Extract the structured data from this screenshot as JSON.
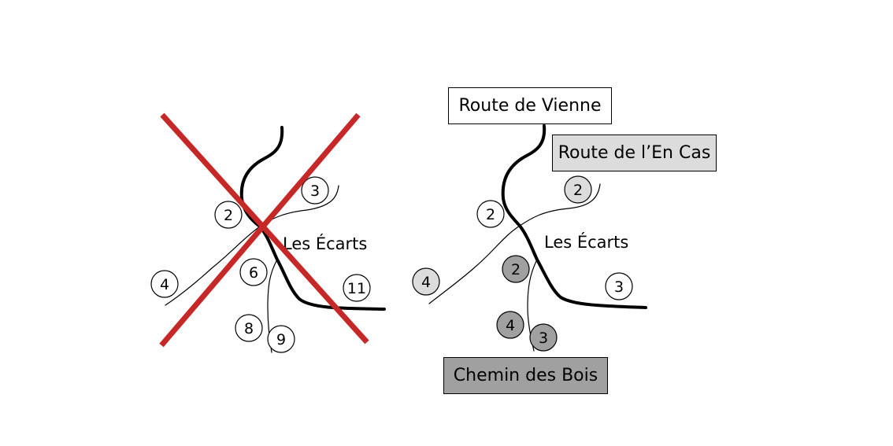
{
  "left_map": {
    "place_label": "Les Écarts",
    "markers": [
      {
        "id": "m-2",
        "label": "2"
      },
      {
        "id": "m-3",
        "label": "3"
      },
      {
        "id": "m-4",
        "label": "4"
      },
      {
        "id": "m-6",
        "label": "6"
      },
      {
        "id": "m-8",
        "label": "8"
      },
      {
        "id": "m-9",
        "label": "9"
      },
      {
        "id": "m-11",
        "label": "11"
      }
    ],
    "crossed_out": true,
    "cross_color": "#c62828"
  },
  "right_map": {
    "place_label": "Les Écarts",
    "markers": [
      {
        "id": "r-2a",
        "label": "2",
        "fill": "#ffffff"
      },
      {
        "id": "r-2b",
        "label": "2",
        "fill": "#dcdcdc"
      },
      {
        "id": "r-4a",
        "label": "4",
        "fill": "#dcdcdc"
      },
      {
        "id": "r-2c",
        "label": "2",
        "fill": "#a0a0a0"
      },
      {
        "id": "r-3a",
        "label": "3",
        "fill": "#ffffff"
      },
      {
        "id": "r-4b",
        "label": "4",
        "fill": "#a0a0a0"
      },
      {
        "id": "r-3b",
        "label": "3",
        "fill": "#a0a0a0"
      }
    ],
    "road_labels": {
      "vienne": {
        "text": "Route de Vienne",
        "fill": "#ffffff"
      },
      "en_cas": {
        "text": "Route de l’En Cas",
        "fill": "#dcdcdc"
      },
      "bois": {
        "text": "Chemin des Bois",
        "fill": "#a0a0a0"
      }
    }
  }
}
